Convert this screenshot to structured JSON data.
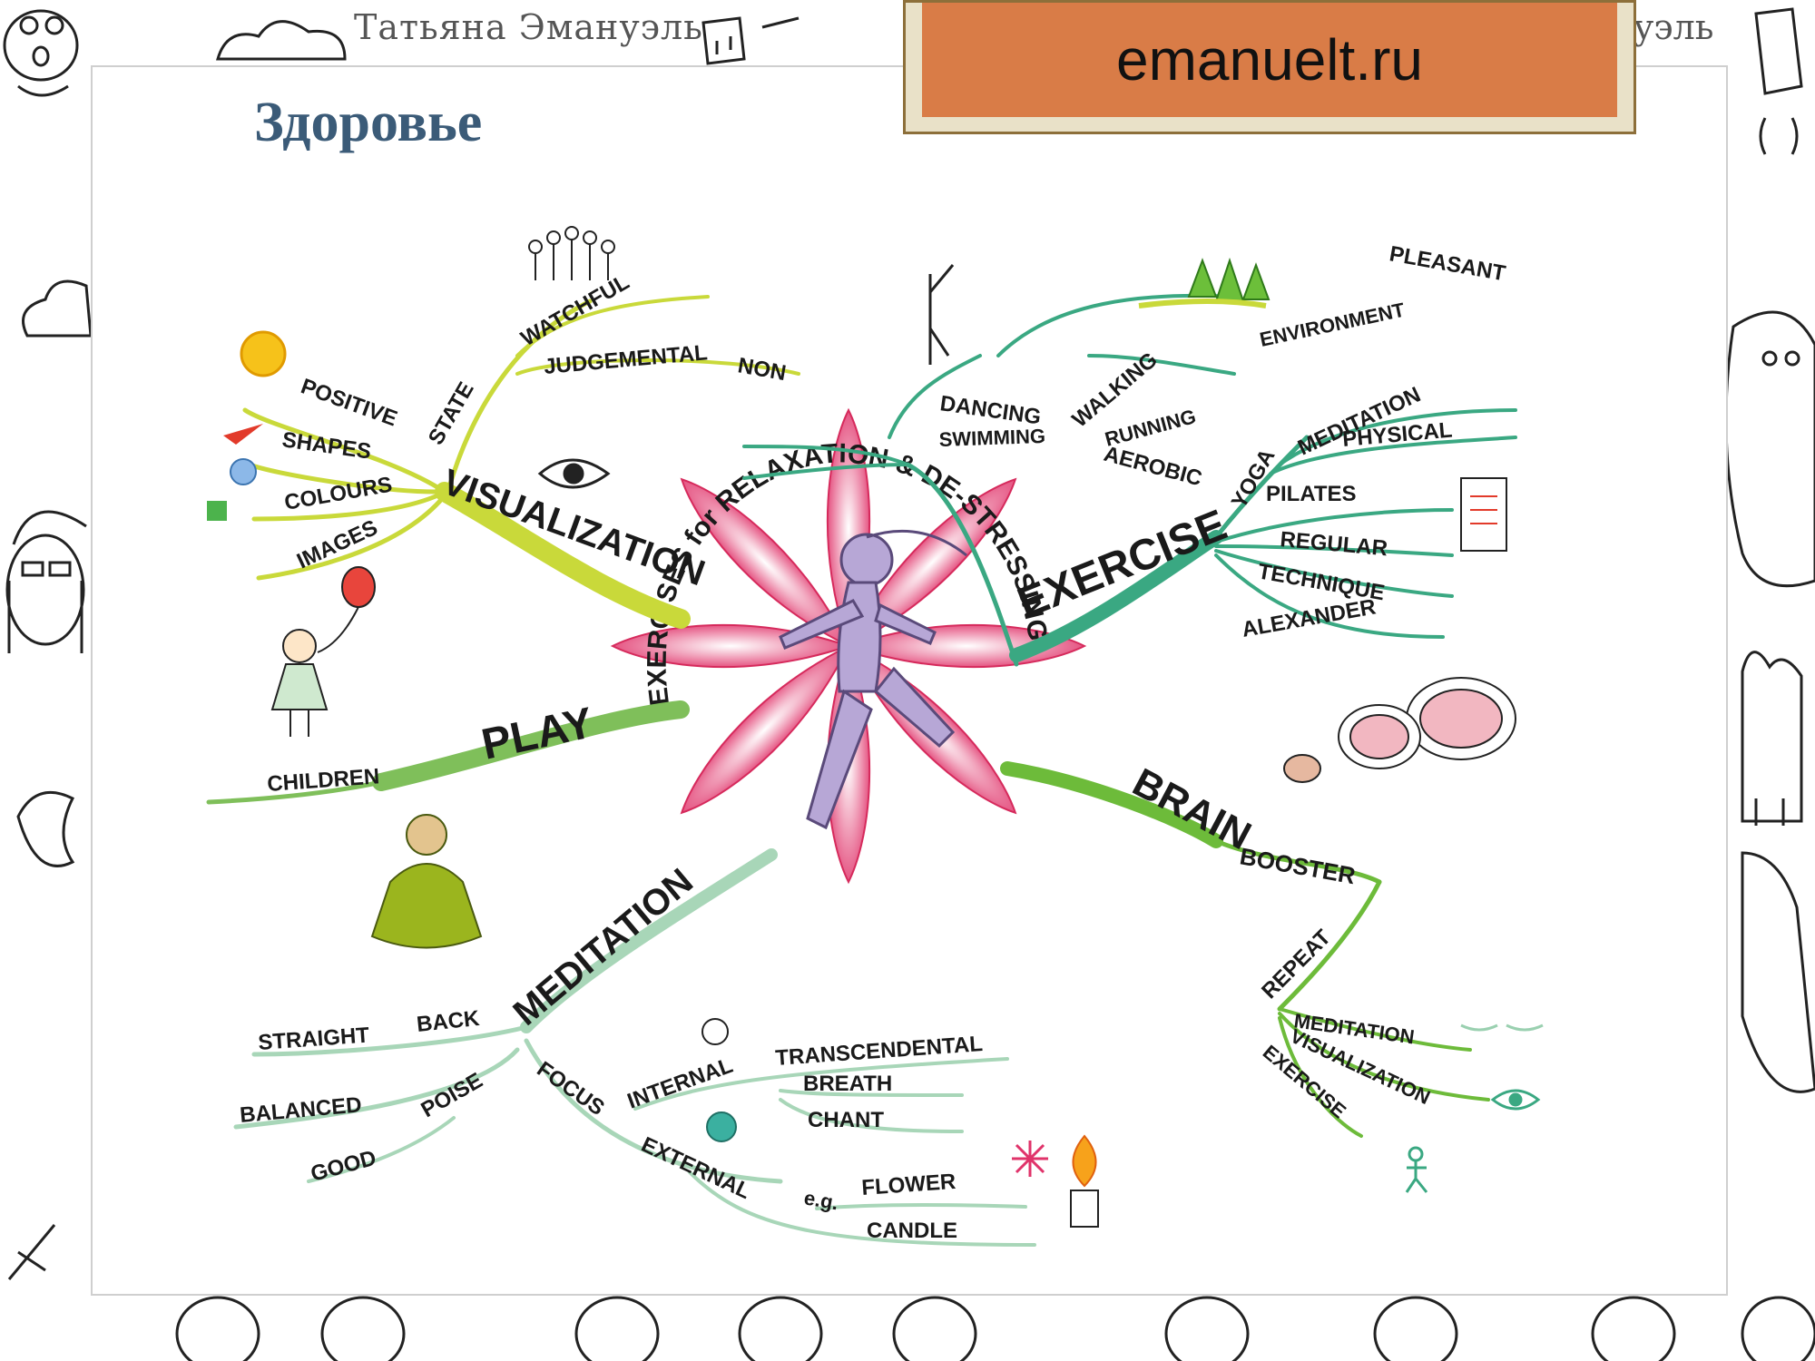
{
  "header": {
    "author": "Татьяна Эмануэль",
    "author_right_fragment": "уэль",
    "site": "emanuelt.ru"
  },
  "slide": {
    "title": "Здоровье"
  },
  "mindmap": {
    "center": "EXERCISES for RELAXATION & DE-STRESSING",
    "branches": {
      "visualization": {
        "label": "VISUALIZATION",
        "state": "STATE",
        "watchful": "WATCHFUL",
        "judgemental": "JUDGEMENTAL",
        "non": "NON",
        "positive": "POSITIVE",
        "shapes": "SHAPES",
        "colours": "COLOURS",
        "images": "IMAGES"
      },
      "play": {
        "label": "PLAY",
        "children": "CHILDREN"
      },
      "meditation": {
        "label": "MEDITATION",
        "back": "BACK",
        "straight": "STRAIGHT",
        "poise": "POISE",
        "balanced": "BALANCED",
        "good": "GOOD",
        "focus": "FOCUS",
        "internal": "INTERNAL",
        "transcendental": "TRANSCENDENTAL",
        "breath": "BREATH",
        "chant": "CHANT",
        "external": "EXTERNAL",
        "eg": "e.g.",
        "flower": "FLOWER",
        "candle": "CANDLE"
      },
      "exercise": {
        "label": "EXERCISE",
        "pleasant": "PLEASANT",
        "environment": "ENVIRONMENT",
        "walking": "WALKING",
        "running": "RUNNING",
        "dancing": "DANCING",
        "swimming": "SWIMMING",
        "aerobic": "AEROBIC",
        "yoga": "YOGA",
        "meditation": "MEDITATION",
        "physical": "PHYSICAL",
        "pilates": "PILATES",
        "regular": "REGULAR",
        "technique": "TECHNIQUE",
        "alexander": "ALEXANDER"
      },
      "brain": {
        "label": "BRAIN",
        "booster": "BOOSTER",
        "repeat": "REPEAT",
        "meditation": "MEDITATION",
        "visualization": "VISUALIZATION",
        "exercise": "EXERCISE"
      }
    }
  },
  "colors": {
    "brand_box": "#d97c47",
    "title": "#3b5b78",
    "visualization_branch": "#c9d93a",
    "play_branch": "#7fbf5a",
    "meditation_branch": "#a8d6b8",
    "exercise_branch": "#3aa882",
    "brain_branch": "#6dbb3a",
    "lotus": "#e0336a"
  }
}
